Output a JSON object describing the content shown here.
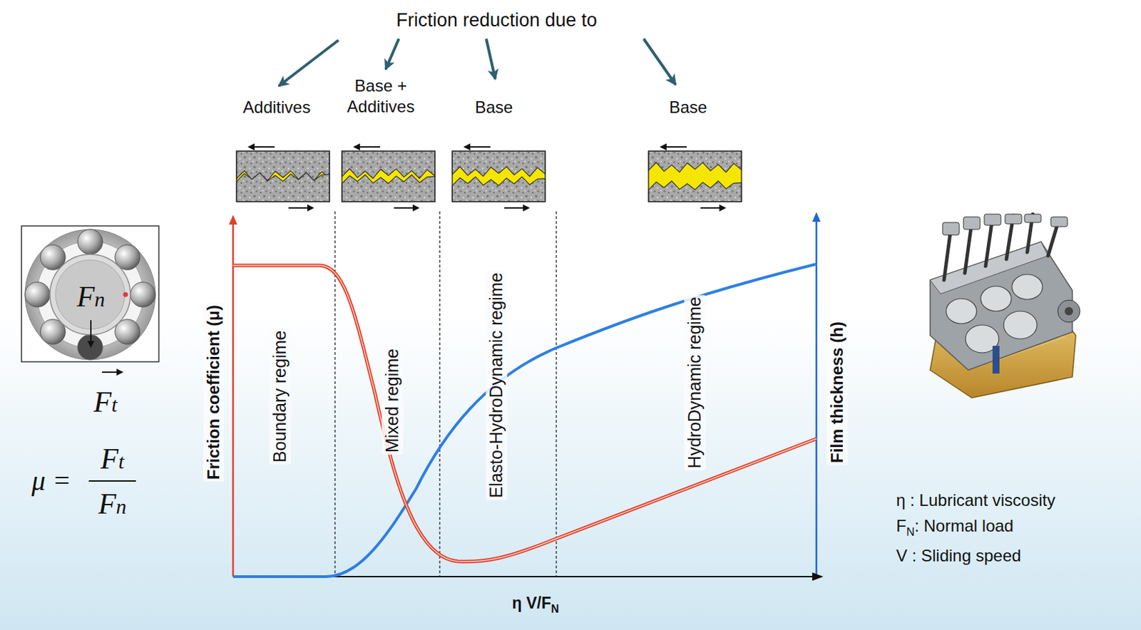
{
  "diagram": {
    "labels": [
      "Friction reduction due to",
      "Additives",
      "Base + Additives",
      "Base",
      "Base",
      "Boundary regime",
      "Mixed regime",
      "Elasto-HydroDynamic regime",
      "HydroDynamic regime",
      "Friction coefficient (μ)",
      "Film thickness (h)",
      "η V/F",
      "N",
      "Fn",
      "Ft",
      "μ =",
      "Ft",
      "Fn",
      "η : Lubricant viscosity",
      "F",
      "N",
      ": Normal load",
      "V : Sliding speed"
    ]
  }
}
